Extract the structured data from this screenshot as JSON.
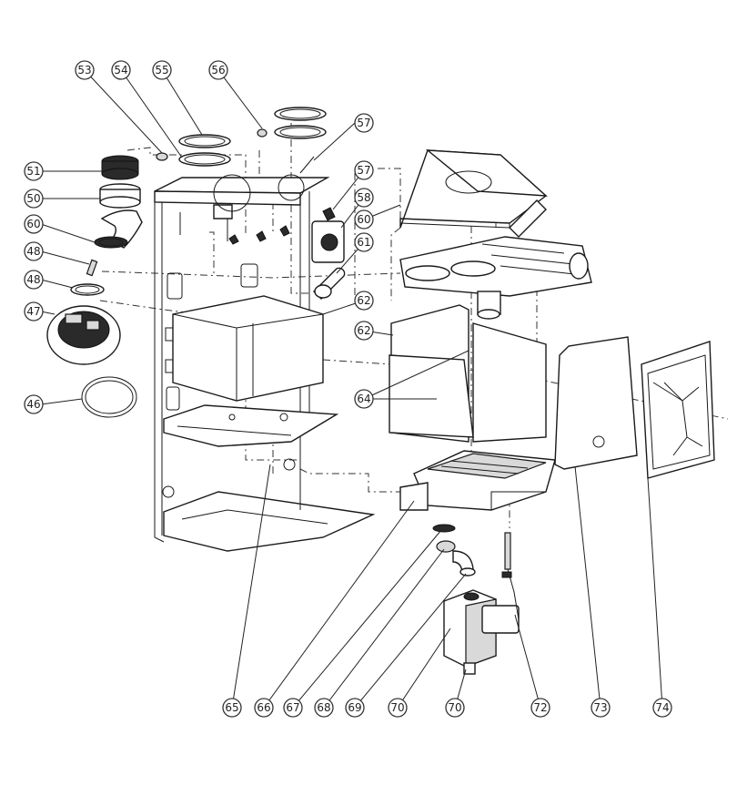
{
  "diagram": {
    "type": "exploded-parts-diagram",
    "callouts": [
      {
        "id": "c53",
        "label": "53"
      },
      {
        "id": "c54",
        "label": "54"
      },
      {
        "id": "c55",
        "label": "55"
      },
      {
        "id": "c56",
        "label": "56"
      },
      {
        "id": "c57",
        "label": "57"
      },
      {
        "id": "c51",
        "label": "51"
      },
      {
        "id": "c57b",
        "label": "57"
      },
      {
        "id": "c50",
        "label": "50"
      },
      {
        "id": "c58",
        "label": "58"
      },
      {
        "id": "c60a",
        "label": "60"
      },
      {
        "id": "c60b",
        "label": "60"
      },
      {
        "id": "c48a",
        "label": "48"
      },
      {
        "id": "c61",
        "label": "61"
      },
      {
        "id": "c48b",
        "label": "48"
      },
      {
        "id": "c62a",
        "label": "62"
      },
      {
        "id": "c47",
        "label": "47"
      },
      {
        "id": "c62b",
        "label": "62"
      },
      {
        "id": "c64",
        "label": "64"
      },
      {
        "id": "c46",
        "label": "46"
      },
      {
        "id": "c65",
        "label": "65"
      },
      {
        "id": "c66",
        "label": "66"
      },
      {
        "id": "c67",
        "label": "67"
      },
      {
        "id": "c68",
        "label": "68"
      },
      {
        "id": "c69",
        "label": "69"
      },
      {
        "id": "c70a",
        "label": "70"
      },
      {
        "id": "c70b",
        "label": "70"
      },
      {
        "id": "c72",
        "label": "72"
      },
      {
        "id": "c73",
        "label": "73"
      },
      {
        "id": "c74",
        "label": "74"
      }
    ]
  }
}
